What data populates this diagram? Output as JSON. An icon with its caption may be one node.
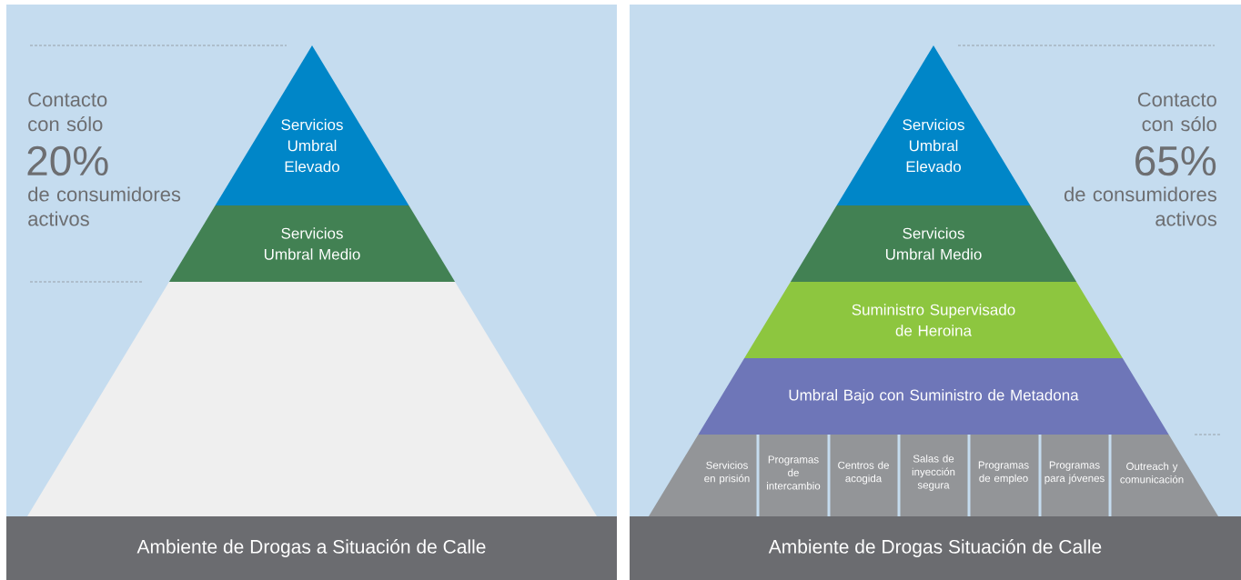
{
  "diagram": {
    "nodes": [
      {
        "text": [
          "Servicios Umbral Elevado"
        ]
      },
      {
        "text": [
          "Servicios Umbral Medio"
        ]
      },
      {
        "text": [],
        "shape": "trapezoid"
      },
      {
        "text": [
          "Ambiente de Drogas a Situación de Calle"
        ]
      },
      {
        "text": [
          "Servicios Umbral Elevado"
        ]
      },
      {
        "text": [
          "Servicios Umbral Medio"
        ]
      },
      {
        "text": [
          "Suministro Supervisado de Heroina"
        ]
      },
      {
        "text": [
          "Umbral Bajo con Suministro de Metadona"
        ]
      },
      {
        "text": [
          "Servicios en prisión"
        ]
      },
      {
        "text": [
          "Programas de intercambio"
        ]
      },
      {
        "text": [
          "Centros de acogida"
        ]
      },
      {
        "text": [
          "Salas de inyección segura"
        ]
      },
      {
        "text": [
          "Programas de empleo"
        ]
      },
      {
        "text": [
          "Programas para jóvenes"
        ]
      },
      {
        "text": [
          "Outreach y comunicación"
        ]
      },
      {
        "text": [
          "Ambiente de Drogas Situación de Calle"
        ]
      }
    ],
    "labels": [
      "Contacto con sólo",
      "20%",
      "de consumidores activos",
      "Contacto con sólo",
      "65%",
      "de consumidores activos"
    ]
  }
}
